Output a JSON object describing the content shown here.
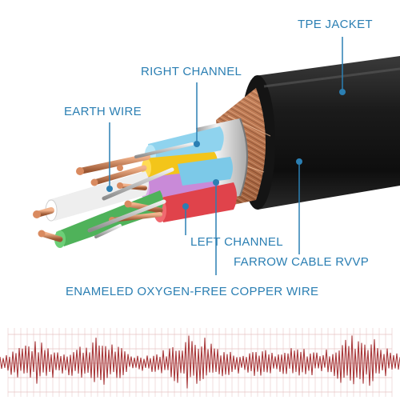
{
  "labels": {
    "tpe_jacket": "TPE JACKET",
    "right_channel": "RIGHT CHANNEL",
    "earth_wire": "EARTH WIRE",
    "left_channel": "LEFT CHANNEL",
    "farrow_cable": "FARROW CABLE RVVP",
    "enameled_wire": "ENAMELED OXYGEN-FREE COPPER WIRE"
  },
  "colors": {
    "accent": "#2b7fb3",
    "jacket": "#1c1c1c",
    "shield": "#b87552",
    "foil": "#d4d4d4",
    "wire_blue": "#8fd3ee",
    "wire_yellow": "#f3c51a",
    "wire_purple": "#c98ad8",
    "wire_red": "#e0434b",
    "wire_green": "#4fb25a",
    "wire_white": "#eeeeee",
    "copper": "#c2754d",
    "waveform": "#a8383a"
  }
}
